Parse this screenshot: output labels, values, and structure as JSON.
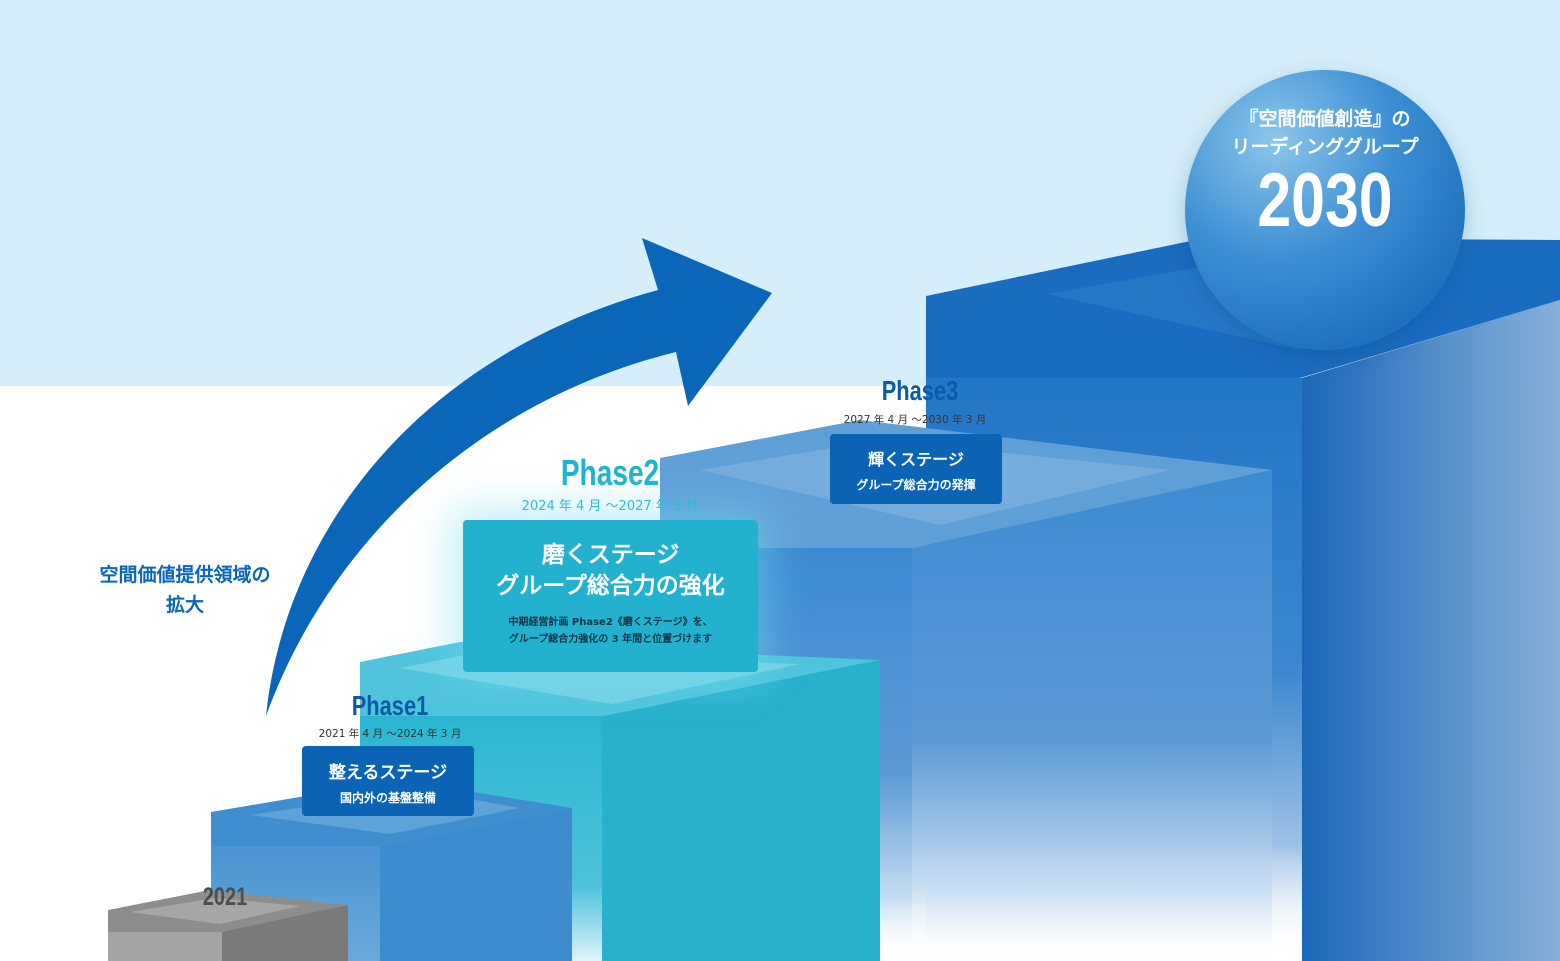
{
  "side_label": {
    "line1": "空間価値提供領域の",
    "line2": "拡大"
  },
  "start_year": "2021",
  "phases": [
    {
      "title": "Phase1",
      "period": "2021 年 4 月 ～2024 年 3 月",
      "stage": "整えるステージ",
      "subtitle": "国内外の基盤整備"
    },
    {
      "title": "Phase2",
      "period": "2024 年 4 月 ～2027 年 3 月",
      "stage": "磨くステージ",
      "subtitle": "グループ総合力の強化",
      "note_line1": "中期経営計画 Phase2《磨くステージ》を、",
      "note_line2": "グループ総合力強化の 3 年間と位置づけます"
    },
    {
      "title": "Phase3",
      "period": "2027 年 4 月 ～2030 年 3 月",
      "stage": "輝くステージ",
      "subtitle": "グループ総合力の発揮"
    }
  ],
  "goal": {
    "line1": "『空間価値創造』の",
    "line2": "リーディンググループ",
    "year": "2030"
  },
  "colors": {
    "sky": "#d5eef9",
    "arrow": "#0a66b8",
    "gray_step": "#8c8c8c",
    "phase1_step": "#3f8fd0",
    "phase2_step": "#2bb8d3",
    "phase3_step": "#3a8ad0",
    "goal_step": "#1f72c4"
  }
}
